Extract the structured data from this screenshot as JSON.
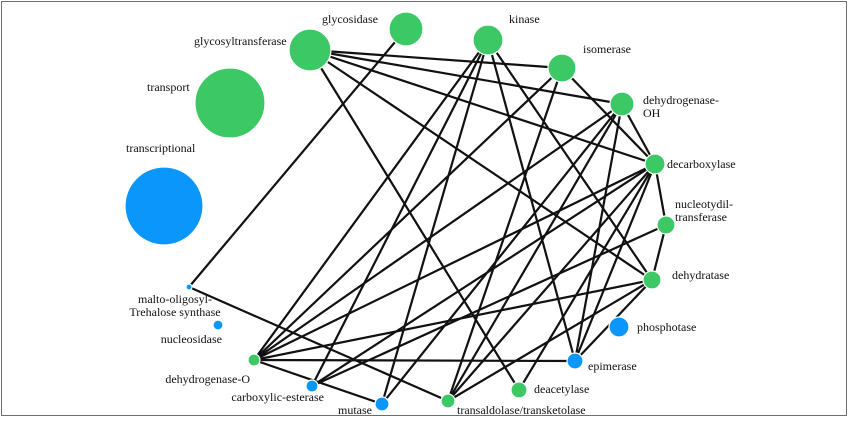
{
  "colors": {
    "green": "#3cc864",
    "blue": "#0a96fa",
    "edge": "#111111",
    "node_stroke": "#ffffff"
  },
  "nodes": [
    {
      "id": "glycosyltransferase",
      "label": [
        "glycosyltransferase"
      ],
      "color": "green"
    },
    {
      "id": "glycosidase",
      "label": [
        "glycosidase"
      ],
      "color": "green"
    },
    {
      "id": "kinase",
      "label": [
        "kinase"
      ],
      "color": "green"
    },
    {
      "id": "isomerase",
      "label": [
        "isomerase"
      ],
      "color": "green"
    },
    {
      "id": "dehydrogenase-oh",
      "label": [
        "dehydrogenase-",
        "OH"
      ],
      "color": "green"
    },
    {
      "id": "decarboxylase",
      "label": [
        "decarboxylase"
      ],
      "color": "green"
    },
    {
      "id": "nucleotydil-transferase",
      "label": [
        "nucleotydil-",
        "transferase"
      ],
      "color": "green"
    },
    {
      "id": "dehydratase",
      "label": [
        "dehydratase"
      ],
      "color": "green"
    },
    {
      "id": "phosphotase",
      "label": [
        "phosphotase"
      ],
      "color": "blue"
    },
    {
      "id": "epimerase",
      "label": [
        "epimerase"
      ],
      "color": "blue"
    },
    {
      "id": "deacetylase",
      "label": [
        "deacetylase"
      ],
      "color": "green"
    },
    {
      "id": "transaldolase-transketolase",
      "label": [
        "transaldolase/transketolase"
      ],
      "color": "green"
    },
    {
      "id": "mutase",
      "label": [
        "mutase"
      ],
      "color": "blue"
    },
    {
      "id": "carboxylic-esterase",
      "label": [
        "carboxylic-esterase"
      ],
      "color": "blue"
    },
    {
      "id": "dehydrogenase-o",
      "label": [
        "dehydrogenase-O"
      ],
      "color": "green"
    },
    {
      "id": "nucleosidase",
      "label": [
        "nucleosidase"
      ],
      "color": "blue"
    },
    {
      "id": "malto-oligosyl-trehalose-synthase",
      "label": [
        "malto-oligosyl-",
        "Trehalose synthase"
      ],
      "color": "blue"
    },
    {
      "id": "transcriptional",
      "label": [
        "transcriptional"
      ],
      "color": "blue"
    },
    {
      "id": "transport",
      "label": [
        "transport"
      ],
      "color": "green"
    }
  ],
  "edges": [
    [
      "glycosyltransferase",
      "isomerase"
    ],
    [
      "glycosyltransferase",
      "dehydrogenase-oh"
    ],
    [
      "glycosyltransferase",
      "decarboxylase"
    ],
    [
      "glycosyltransferase",
      "dehydratase"
    ],
    [
      "glycosidase",
      "malto-oligosyl-trehalose-synthase"
    ],
    [
      "glycosyltransferase",
      "deacetylase"
    ],
    [
      "kinase",
      "dehydrogenase-o"
    ],
    [
      "kinase",
      "carboxylic-esterase"
    ],
    [
      "kinase",
      "mutase"
    ],
    [
      "kinase",
      "epimerase"
    ],
    [
      "kinase",
      "dehydratase"
    ],
    [
      "isomerase",
      "dehydrogenase-o"
    ],
    [
      "isomerase",
      "transaldolase-transketolase"
    ],
    [
      "isomerase",
      "decarboxylase"
    ],
    [
      "dehydrogenase-oh",
      "dehydrogenase-o"
    ],
    [
      "dehydrogenase-oh",
      "mutase"
    ],
    [
      "dehydrogenase-oh",
      "transaldolase-transketolase"
    ],
    [
      "dehydrogenase-oh",
      "epimerase"
    ],
    [
      "dehydrogenase-oh",
      "decarboxylase"
    ],
    [
      "decarboxylase",
      "dehydrogenase-o"
    ],
    [
      "decarboxylase",
      "carboxylic-esterase"
    ],
    [
      "decarboxylase",
      "transaldolase-transketolase"
    ],
    [
      "decarboxylase",
      "epimerase"
    ],
    [
      "decarboxylase",
      "deacetylase"
    ],
    [
      "decarboxylase",
      "nucleotydil-transferase"
    ],
    [
      "nucleotydil-transferase",
      "carboxylic-esterase"
    ],
    [
      "nucleotydil-transferase",
      "dehydratase"
    ],
    [
      "dehydratase",
      "dehydrogenase-o"
    ],
    [
      "dehydratase",
      "transaldolase-transketolase"
    ],
    [
      "dehydratase",
      "epimerase"
    ],
    [
      "epimerase",
      "dehydrogenase-o"
    ],
    [
      "malto-oligosyl-trehalose-synthase",
      "transaldolase-transketolase"
    ],
    [
      "dehydrogenase-o",
      "mutase"
    ]
  ]
}
